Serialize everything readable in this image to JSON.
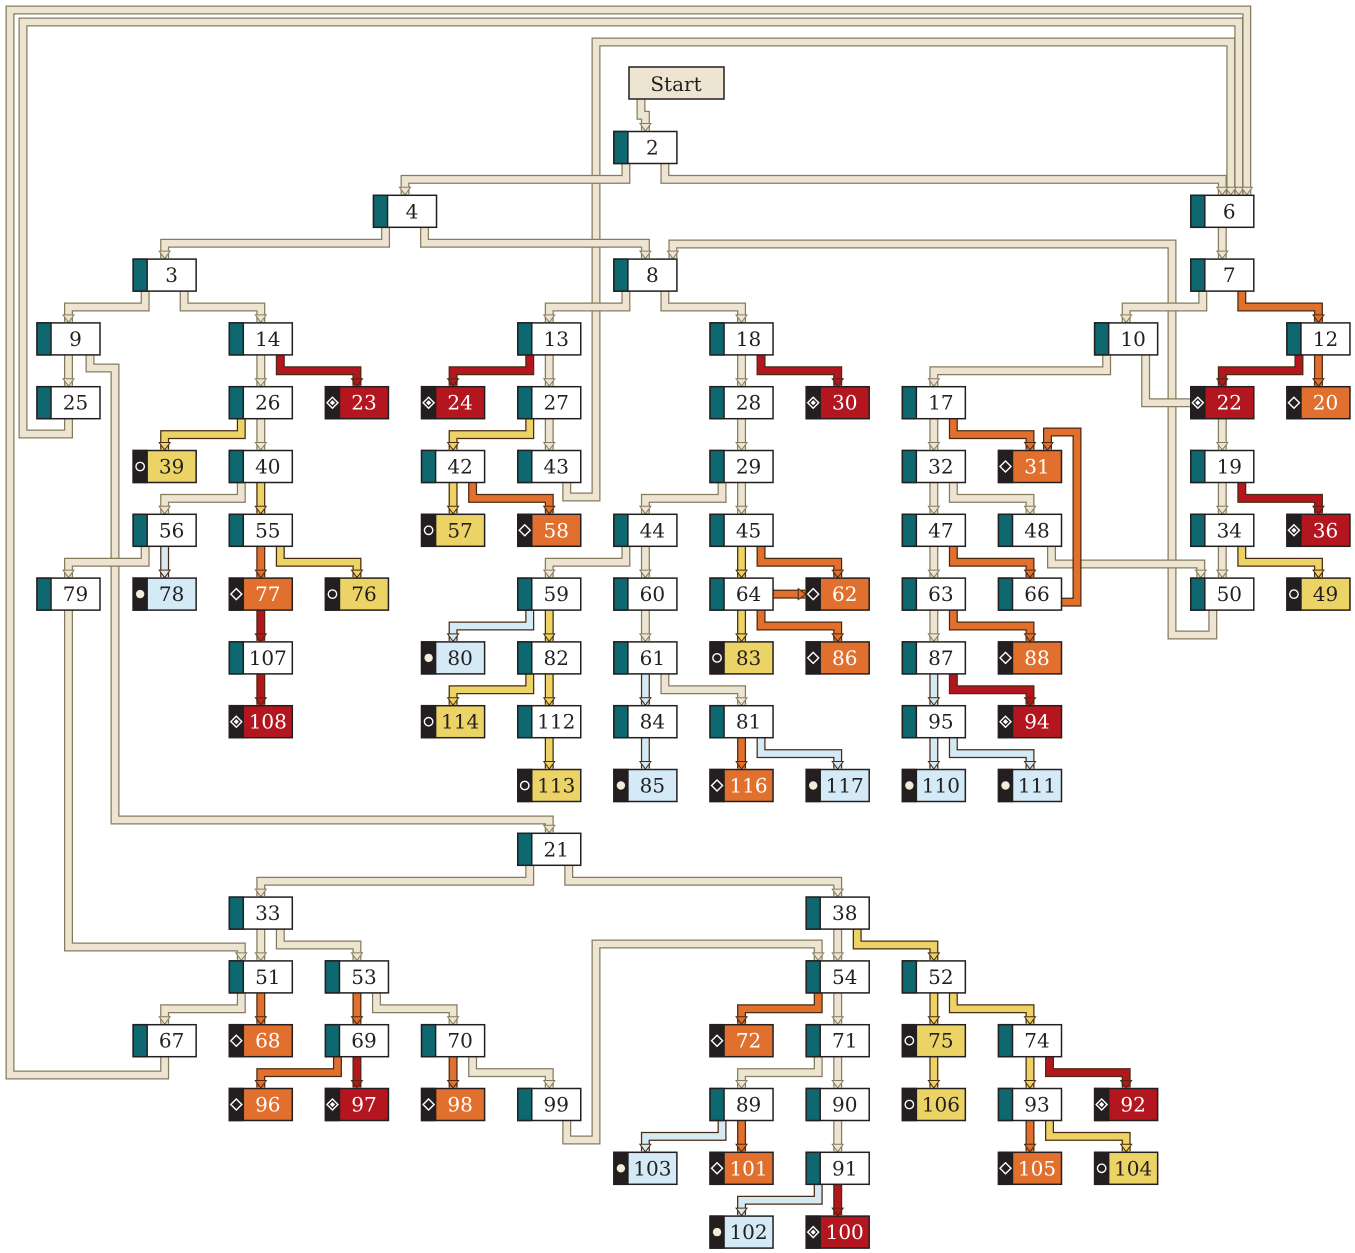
{
  "start_label": "Start",
  "colors": {
    "plain": "#ffffff",
    "yellow": "#ecd366",
    "orange": "#e1702e",
    "red": "#b3161e",
    "blue": "#d4eaf7",
    "teal": "#0e6870",
    "dark": "#231f20",
    "path_fill": "#ede5d1",
    "path_stroke": "#857c5e",
    "start_fill": "#ede5d1"
  },
  "nodes": [
    {
      "id": "2",
      "label": "2",
      "col": 6.5,
      "row": 1,
      "type": "plain"
    },
    {
      "id": "4",
      "label": "4",
      "col": 4,
      "row": 2,
      "type": "plain"
    },
    {
      "id": "6",
      "label": "6",
      "col": 12.5,
      "row": 2,
      "type": "plain"
    },
    {
      "id": "3",
      "label": "3",
      "col": 1.5,
      "row": 3,
      "type": "plain"
    },
    {
      "id": "8",
      "label": "8",
      "col": 6.5,
      "row": 3,
      "type": "plain"
    },
    {
      "id": "7",
      "label": "7",
      "col": 12.5,
      "row": 3,
      "type": "plain"
    },
    {
      "id": "9",
      "label": "9",
      "col": 0.5,
      "row": 4,
      "type": "plain"
    },
    {
      "id": "14",
      "label": "14",
      "col": 2.5,
      "row": 4,
      "type": "plain"
    },
    {
      "id": "13",
      "label": "13",
      "col": 5.5,
      "row": 4,
      "type": "plain"
    },
    {
      "id": "18",
      "label": "18",
      "col": 7.5,
      "row": 4,
      "type": "plain"
    },
    {
      "id": "10",
      "label": "10",
      "col": 11.5,
      "row": 4,
      "type": "plain"
    },
    {
      "id": "12",
      "label": "12",
      "col": 13.5,
      "row": 4,
      "type": "plain"
    },
    {
      "id": "25",
      "label": "25",
      "col": 0.5,
      "row": 5,
      "type": "plain"
    },
    {
      "id": "26",
      "label": "26",
      "col": 2.5,
      "row": 5,
      "type": "plain"
    },
    {
      "id": "23",
      "label": "23",
      "col": 3.5,
      "row": 5,
      "type": "red"
    },
    {
      "id": "24",
      "label": "24",
      "col": 4.5,
      "row": 5,
      "type": "red"
    },
    {
      "id": "27",
      "label": "27",
      "col": 5.5,
      "row": 5,
      "type": "plain"
    },
    {
      "id": "28",
      "label": "28",
      "col": 7.5,
      "row": 5,
      "type": "plain"
    },
    {
      "id": "30",
      "label": "30",
      "col": 8.5,
      "row": 5,
      "type": "red"
    },
    {
      "id": "17",
      "label": "17",
      "col": 9.5,
      "row": 5,
      "type": "plain"
    },
    {
      "id": "22",
      "label": "22",
      "col": 12.5,
      "row": 5,
      "type": "red"
    },
    {
      "id": "20",
      "label": "20",
      "col": 13.5,
      "row": 5,
      "type": "orange"
    },
    {
      "id": "39",
      "label": "39",
      "col": 1.5,
      "row": 6,
      "type": "yellow"
    },
    {
      "id": "40",
      "label": "40",
      "col": 2.5,
      "row": 6,
      "type": "plain"
    },
    {
      "id": "42",
      "label": "42",
      "col": 4.5,
      "row": 6,
      "type": "plain"
    },
    {
      "id": "43",
      "label": "43",
      "col": 5.5,
      "row": 6,
      "type": "plain"
    },
    {
      "id": "29",
      "label": "29",
      "col": 7.5,
      "row": 6,
      "type": "plain"
    },
    {
      "id": "32",
      "label": "32",
      "col": 9.5,
      "row": 6,
      "type": "plain"
    },
    {
      "id": "31",
      "label": "31",
      "col": 10.5,
      "row": 6,
      "type": "orange"
    },
    {
      "id": "19",
      "label": "19",
      "col": 12.5,
      "row": 6,
      "type": "plain"
    },
    {
      "id": "56",
      "label": "56",
      "col": 1.5,
      "row": 7,
      "type": "plain"
    },
    {
      "id": "55",
      "label": "55",
      "col": 2.5,
      "row": 7,
      "type": "plain"
    },
    {
      "id": "57",
      "label": "57",
      "col": 4.5,
      "row": 7,
      "type": "yellow"
    },
    {
      "id": "58",
      "label": "58",
      "col": 5.5,
      "row": 7,
      "type": "orange"
    },
    {
      "id": "44",
      "label": "44",
      "col": 6.5,
      "row": 7,
      "type": "plain"
    },
    {
      "id": "45",
      "label": "45",
      "col": 7.5,
      "row": 7,
      "type": "plain"
    },
    {
      "id": "47",
      "label": "47",
      "col": 9.5,
      "row": 7,
      "type": "plain"
    },
    {
      "id": "48",
      "label": "48",
      "col": 10.5,
      "row": 7,
      "type": "plain"
    },
    {
      "id": "34",
      "label": "34",
      "col": 12.5,
      "row": 7,
      "type": "plain"
    },
    {
      "id": "36",
      "label": "36",
      "col": 13.5,
      "row": 7,
      "type": "red"
    },
    {
      "id": "79",
      "label": "79",
      "col": 0.5,
      "row": 8,
      "type": "plain"
    },
    {
      "id": "78",
      "label": "78",
      "col": 1.5,
      "row": 8,
      "type": "blue"
    },
    {
      "id": "77",
      "label": "77",
      "col": 2.5,
      "row": 8,
      "type": "orange"
    },
    {
      "id": "76",
      "label": "76",
      "col": 3.5,
      "row": 8,
      "type": "yellow"
    },
    {
      "id": "59",
      "label": "59",
      "col": 5.5,
      "row": 8,
      "type": "plain"
    },
    {
      "id": "60",
      "label": "60",
      "col": 6.5,
      "row": 8,
      "type": "plain"
    },
    {
      "id": "64",
      "label": "64",
      "col": 7.5,
      "row": 8,
      "type": "plain"
    },
    {
      "id": "62",
      "label": "62",
      "col": 8.5,
      "row": 8,
      "type": "orange"
    },
    {
      "id": "63",
      "label": "63",
      "col": 9.5,
      "row": 8,
      "type": "plain"
    },
    {
      "id": "66",
      "label": "66",
      "col": 10.5,
      "row": 8,
      "type": "plain"
    },
    {
      "id": "50",
      "label": "50",
      "col": 12.5,
      "row": 8,
      "type": "plain"
    },
    {
      "id": "49",
      "label": "49",
      "col": 13.5,
      "row": 8,
      "type": "yellow"
    },
    {
      "id": "107",
      "label": "107",
      "col": 2.5,
      "row": 9,
      "type": "plain"
    },
    {
      "id": "80",
      "label": "80",
      "col": 4.5,
      "row": 9,
      "type": "blue"
    },
    {
      "id": "82",
      "label": "82",
      "col": 5.5,
      "row": 9,
      "type": "plain"
    },
    {
      "id": "61",
      "label": "61",
      "col": 6.5,
      "row": 9,
      "type": "plain"
    },
    {
      "id": "83",
      "label": "83",
      "col": 7.5,
      "row": 9,
      "type": "yellow"
    },
    {
      "id": "86",
      "label": "86",
      "col": 8.5,
      "row": 9,
      "type": "orange"
    },
    {
      "id": "87",
      "label": "87",
      "col": 9.5,
      "row": 9,
      "type": "plain"
    },
    {
      "id": "88",
      "label": "88",
      "col": 10.5,
      "row": 9,
      "type": "orange"
    },
    {
      "id": "108",
      "label": "108",
      "col": 2.5,
      "row": 10,
      "type": "red"
    },
    {
      "id": "114",
      "label": "114",
      "col": 4.5,
      "row": 10,
      "type": "yellow"
    },
    {
      "id": "112",
      "label": "112",
      "col": 5.5,
      "row": 10,
      "type": "plain"
    },
    {
      "id": "84",
      "label": "84",
      "col": 6.5,
      "row": 10,
      "type": "plain"
    },
    {
      "id": "81",
      "label": "81",
      "col": 7.5,
      "row": 10,
      "type": "plain"
    },
    {
      "id": "95",
      "label": "95",
      "col": 9.5,
      "row": 10,
      "type": "plain"
    },
    {
      "id": "94",
      "label": "94",
      "col": 10.5,
      "row": 10,
      "type": "red"
    },
    {
      "id": "113",
      "label": "113",
      "col": 5.5,
      "row": 11,
      "type": "yellow"
    },
    {
      "id": "85",
      "label": "85",
      "col": 6.5,
      "row": 11,
      "type": "blue"
    },
    {
      "id": "116",
      "label": "116",
      "col": 7.5,
      "row": 11,
      "type": "orange"
    },
    {
      "id": "117",
      "label": "117",
      "col": 8.5,
      "row": 11,
      "type": "blue"
    },
    {
      "id": "110",
      "label": "110",
      "col": 9.5,
      "row": 11,
      "type": "blue"
    },
    {
      "id": "111",
      "label": "111",
      "col": 10.5,
      "row": 11,
      "type": "blue"
    },
    {
      "id": "21",
      "label": "21",
      "col": 5.5,
      "row": 12,
      "type": "plain"
    },
    {
      "id": "33",
      "label": "33",
      "col": 2.5,
      "row": 13,
      "type": "plain"
    },
    {
      "id": "38",
      "label": "38",
      "col": 8.5,
      "row": 13,
      "type": "plain"
    },
    {
      "id": "51",
      "label": "51",
      "col": 2.5,
      "row": 14,
      "type": "plain"
    },
    {
      "id": "53",
      "label": "53",
      "col": 3.5,
      "row": 14,
      "type": "plain"
    },
    {
      "id": "54",
      "label": "54",
      "col": 8.5,
      "row": 14,
      "type": "plain"
    },
    {
      "id": "52",
      "label": "52",
      "col": 9.5,
      "row": 14,
      "type": "plain"
    },
    {
      "id": "67",
      "label": "67",
      "col": 1.5,
      "row": 15,
      "type": "plain"
    },
    {
      "id": "68",
      "label": "68",
      "col": 2.5,
      "row": 15,
      "type": "orange"
    },
    {
      "id": "69",
      "label": "69",
      "col": 3.5,
      "row": 15,
      "type": "plain"
    },
    {
      "id": "70",
      "label": "70",
      "col": 4.5,
      "row": 15,
      "type": "plain"
    },
    {
      "id": "72",
      "label": "72",
      "col": 7.5,
      "row": 15,
      "type": "orange"
    },
    {
      "id": "71",
      "label": "71",
      "col": 8.5,
      "row": 15,
      "type": "plain"
    },
    {
      "id": "75",
      "label": "75",
      "col": 9.5,
      "row": 15,
      "type": "yellow"
    },
    {
      "id": "74",
      "label": "74",
      "col": 10.5,
      "row": 15,
      "type": "plain"
    },
    {
      "id": "96",
      "label": "96",
      "col": 2.5,
      "row": 16,
      "type": "orange"
    },
    {
      "id": "97",
      "label": "97",
      "col": 3.5,
      "row": 16,
      "type": "red"
    },
    {
      "id": "98",
      "label": "98",
      "col": 4.5,
      "row": 16,
      "type": "orange"
    },
    {
      "id": "99",
      "label": "99",
      "col": 5.5,
      "row": 16,
      "type": "plain"
    },
    {
      "id": "89",
      "label": "89",
      "col": 7.5,
      "row": 16,
      "type": "plain"
    },
    {
      "id": "90",
      "label": "90",
      "col": 8.5,
      "row": 16,
      "type": "plain"
    },
    {
      "id": "106",
      "label": "106",
      "col": 9.5,
      "row": 16,
      "type": "yellow"
    },
    {
      "id": "93",
      "label": "93",
      "col": 10.5,
      "row": 16,
      "type": "plain"
    },
    {
      "id": "92",
      "label": "92",
      "col": 11.5,
      "row": 16,
      "type": "red"
    },
    {
      "id": "103",
      "label": "103",
      "col": 6.5,
      "row": 17,
      "type": "blue"
    },
    {
      "id": "101",
      "label": "101",
      "col": 7.5,
      "row": 17,
      "type": "orange"
    },
    {
      "id": "91",
      "label": "91",
      "col": 8.5,
      "row": 17,
      "type": "plain"
    },
    {
      "id": "105",
      "label": "105",
      "col": 10.5,
      "row": 17,
      "type": "orange"
    },
    {
      "id": "104",
      "label": "104",
      "col": 11.5,
      "row": 17,
      "type": "yellow"
    },
    {
      "id": "102",
      "label": "102",
      "col": 7.5,
      "row": 18,
      "type": "blue"
    },
    {
      "id": "100",
      "label": "100",
      "col": 8.5,
      "row": 18,
      "type": "red"
    }
  ],
  "edges": [
    [
      "start",
      "2",
      "path"
    ],
    [
      "2",
      "4",
      "path"
    ],
    [
      "2",
      "6",
      "path"
    ],
    [
      "4",
      "3",
      "path"
    ],
    [
      "4",
      "8",
      "path"
    ],
    [
      "6",
      "7",
      "path"
    ],
    [
      "3",
      "9",
      "path"
    ],
    [
      "3",
      "14",
      "path"
    ],
    [
      "8",
      "13",
      "path"
    ],
    [
      "8",
      "18",
      "path"
    ],
    [
      "7",
      "10",
      "path"
    ],
    [
      "7",
      "12",
      "orange"
    ],
    [
      "9",
      "25",
      "path"
    ],
    [
      "14",
      "26",
      "path"
    ],
    [
      "14",
      "23",
      "red"
    ],
    [
      "13",
      "24",
      "red"
    ],
    [
      "13",
      "27",
      "path"
    ],
    [
      "18",
      "28",
      "path"
    ],
    [
      "18",
      "30",
      "red"
    ],
    [
      "10",
      "17",
      "path"
    ],
    [
      "10",
      "19",
      "path"
    ],
    [
      "12",
      "22",
      "red"
    ],
    [
      "12",
      "20",
      "orange"
    ],
    [
      "26",
      "39",
      "yellow"
    ],
    [
      "26",
      "40",
      "path"
    ],
    [
      "27",
      "42",
      "yellow"
    ],
    [
      "27",
      "43",
      "path"
    ],
    [
      "28",
      "29",
      "path"
    ],
    [
      "17",
      "32",
      "path"
    ],
    [
      "17",
      "31",
      "orange"
    ],
    [
      "40",
      "56",
      "path"
    ],
    [
      "40",
      "55",
      "yellow"
    ],
    [
      "42",
      "57",
      "yellow"
    ],
    [
      "42",
      "58",
      "orange"
    ],
    [
      "29",
      "44",
      "path"
    ],
    [
      "29",
      "45",
      "path"
    ],
    [
      "32",
      "47",
      "path"
    ],
    [
      "32",
      "48",
      "path"
    ],
    [
      "19",
      "34",
      "path"
    ],
    [
      "19",
      "36",
      "red"
    ],
    [
      "56",
      "79",
      "path"
    ],
    [
      "56",
      "78",
      "blue"
    ],
    [
      "55",
      "77",
      "orange"
    ],
    [
      "55",
      "76",
      "yellow"
    ],
    [
      "44",
      "59",
      "path"
    ],
    [
      "44",
      "60",
      "path"
    ],
    [
      "45",
      "64",
      "yellow"
    ],
    [
      "45",
      "62",
      "orange"
    ],
    [
      "47",
      "63",
      "path"
    ],
    [
      "47",
      "66",
      "orange"
    ],
    [
      "34",
      "50",
      "path"
    ],
    [
      "34",
      "49",
      "yellow"
    ],
    [
      "77",
      "107",
      "red"
    ],
    [
      "59",
      "80",
      "blue"
    ],
    [
      "59",
      "82",
      "yellow"
    ],
    [
      "60",
      "61",
      "path"
    ],
    [
      "64",
      "83",
      "yellow"
    ],
    [
      "64",
      "86",
      "orange"
    ],
    [
      "64",
      "62",
      "orange"
    ],
    [
      "63",
      "87",
      "path"
    ],
    [
      "63",
      "88",
      "orange"
    ],
    [
      "107",
      "108",
      "red"
    ],
    [
      "82",
      "114",
      "yellow"
    ],
    [
      "82",
      "112",
      "yellow"
    ],
    [
      "61",
      "84",
      "blue"
    ],
    [
      "61",
      "81",
      "path"
    ],
    [
      "87",
      "95",
      "blue"
    ],
    [
      "87",
      "94",
      "red"
    ],
    [
      "112",
      "113",
      "yellow"
    ],
    [
      "84",
      "85",
      "blue"
    ],
    [
      "81",
      "116",
      "orange"
    ],
    [
      "81",
      "117",
      "blue"
    ],
    [
      "95",
      "110",
      "blue"
    ],
    [
      "95",
      "111",
      "blue"
    ],
    [
      "21",
      "33",
      "path"
    ],
    [
      "21",
      "38",
      "path"
    ],
    [
      "33",
      "51",
      "path"
    ],
    [
      "33",
      "53",
      "path"
    ],
    [
      "38",
      "54",
      "path"
    ],
    [
      "38",
      "52",
      "yellow"
    ],
    [
      "51",
      "67",
      "path"
    ],
    [
      "51",
      "68",
      "orange"
    ],
    [
      "53",
      "69",
      "orange"
    ],
    [
      "53",
      "70",
      "path"
    ],
    [
      "54",
      "72",
      "orange"
    ],
    [
      "54",
      "71",
      "path"
    ],
    [
      "52",
      "75",
      "yellow"
    ],
    [
      "52",
      "74",
      "yellow"
    ],
    [
      "69",
      "96",
      "orange"
    ],
    [
      "69",
      "97",
      "red"
    ],
    [
      "70",
      "98",
      "orange"
    ],
    [
      "70",
      "99",
      "path"
    ],
    [
      "71",
      "89",
      "path"
    ],
    [
      "71",
      "90",
      "path"
    ],
    [
      "75",
      "106",
      "yellow"
    ],
    [
      "74",
      "93",
      "yellow"
    ],
    [
      "74",
      "92",
      "red"
    ],
    [
      "89",
      "103",
      "blue"
    ],
    [
      "89",
      "101",
      "orange"
    ],
    [
      "90",
      "91",
      "path"
    ],
    [
      "93",
      "105",
      "orange"
    ],
    [
      "93",
      "104",
      "yellow"
    ],
    [
      "91",
      "102",
      "blue"
    ],
    [
      "91",
      "100",
      "red"
    ]
  ]
}
